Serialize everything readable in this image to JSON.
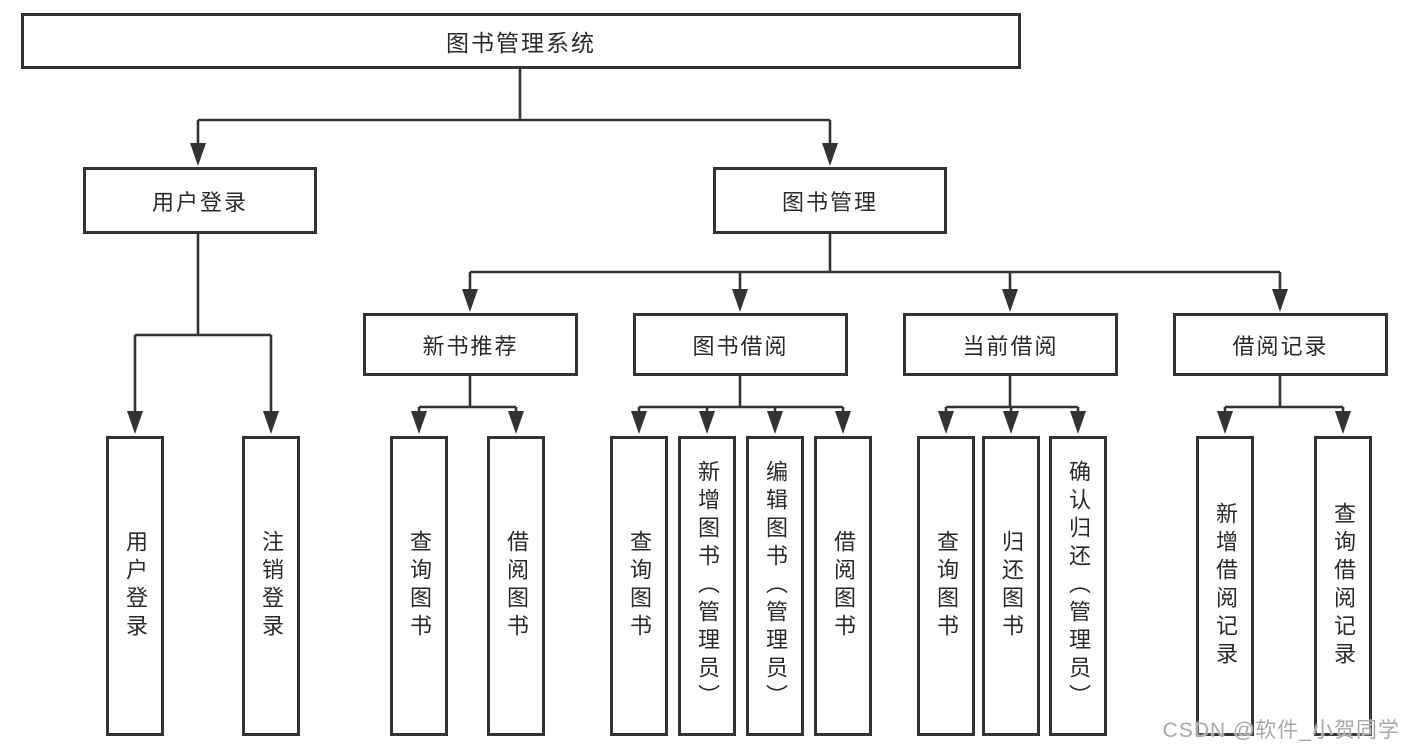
{
  "diagram": {
    "root": "图书管理系统",
    "level2": {
      "user_login": "用户登录",
      "book_management": "图书管理"
    },
    "user_login_children": [
      "用户登录",
      "注销登录"
    ],
    "level3": [
      "新书推荐",
      "图书借阅",
      "当前借阅",
      "借阅记录"
    ],
    "new_book_children": [
      "查询图书",
      "借阅图书"
    ],
    "book_borrow_children": [
      "查询图书",
      "新增图书（管理员）",
      "编辑图书（管理员）",
      "借阅图书"
    ],
    "current_borrow_children": [
      "查询图书",
      "归还图书",
      "确认归还（管理员）"
    ],
    "borrow_record_children": [
      "新增借阅记录",
      "查询借阅记录"
    ]
  },
  "watermark": "CSDN @软件_小贺同学",
  "colors": {
    "background": "#ffffff",
    "line": "#333333",
    "box_border": "#333333",
    "text": "#2a2a2a",
    "watermark": "#a8a8a8"
  }
}
